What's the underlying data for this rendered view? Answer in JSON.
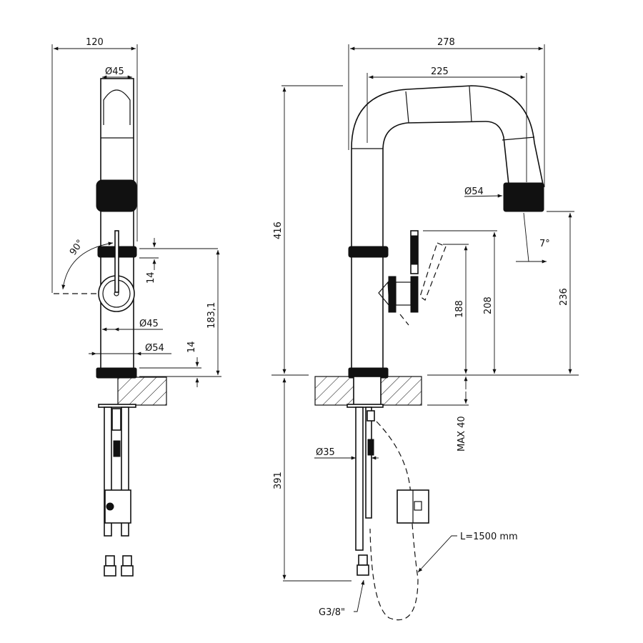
{
  "side_view": {
    "dim_width": "120",
    "dim_spout_dia": "Ø45",
    "dim_angle": "90°",
    "dim_ring_height": "14",
    "dim_height": "183,1",
    "dim_body_dia": "Ø45",
    "dim_base_dia": "Ø54",
    "dim_base_height": "14"
  },
  "front_view": {
    "dim_overall_width": "278",
    "dim_reach": "225",
    "dim_overall_height": "416",
    "dim_head_dia": "Ø54",
    "dim_tilt_angle": "7°",
    "dim_outlet_height": "236",
    "dim_lever_height": "208",
    "dim_lever_open_height": "188",
    "dim_max_counter": "MAX 40",
    "dim_below_counter": "391",
    "dim_pipe_dia": "Ø35",
    "hose_length": "L=1500 mm",
    "connection": "G3/8\""
  }
}
